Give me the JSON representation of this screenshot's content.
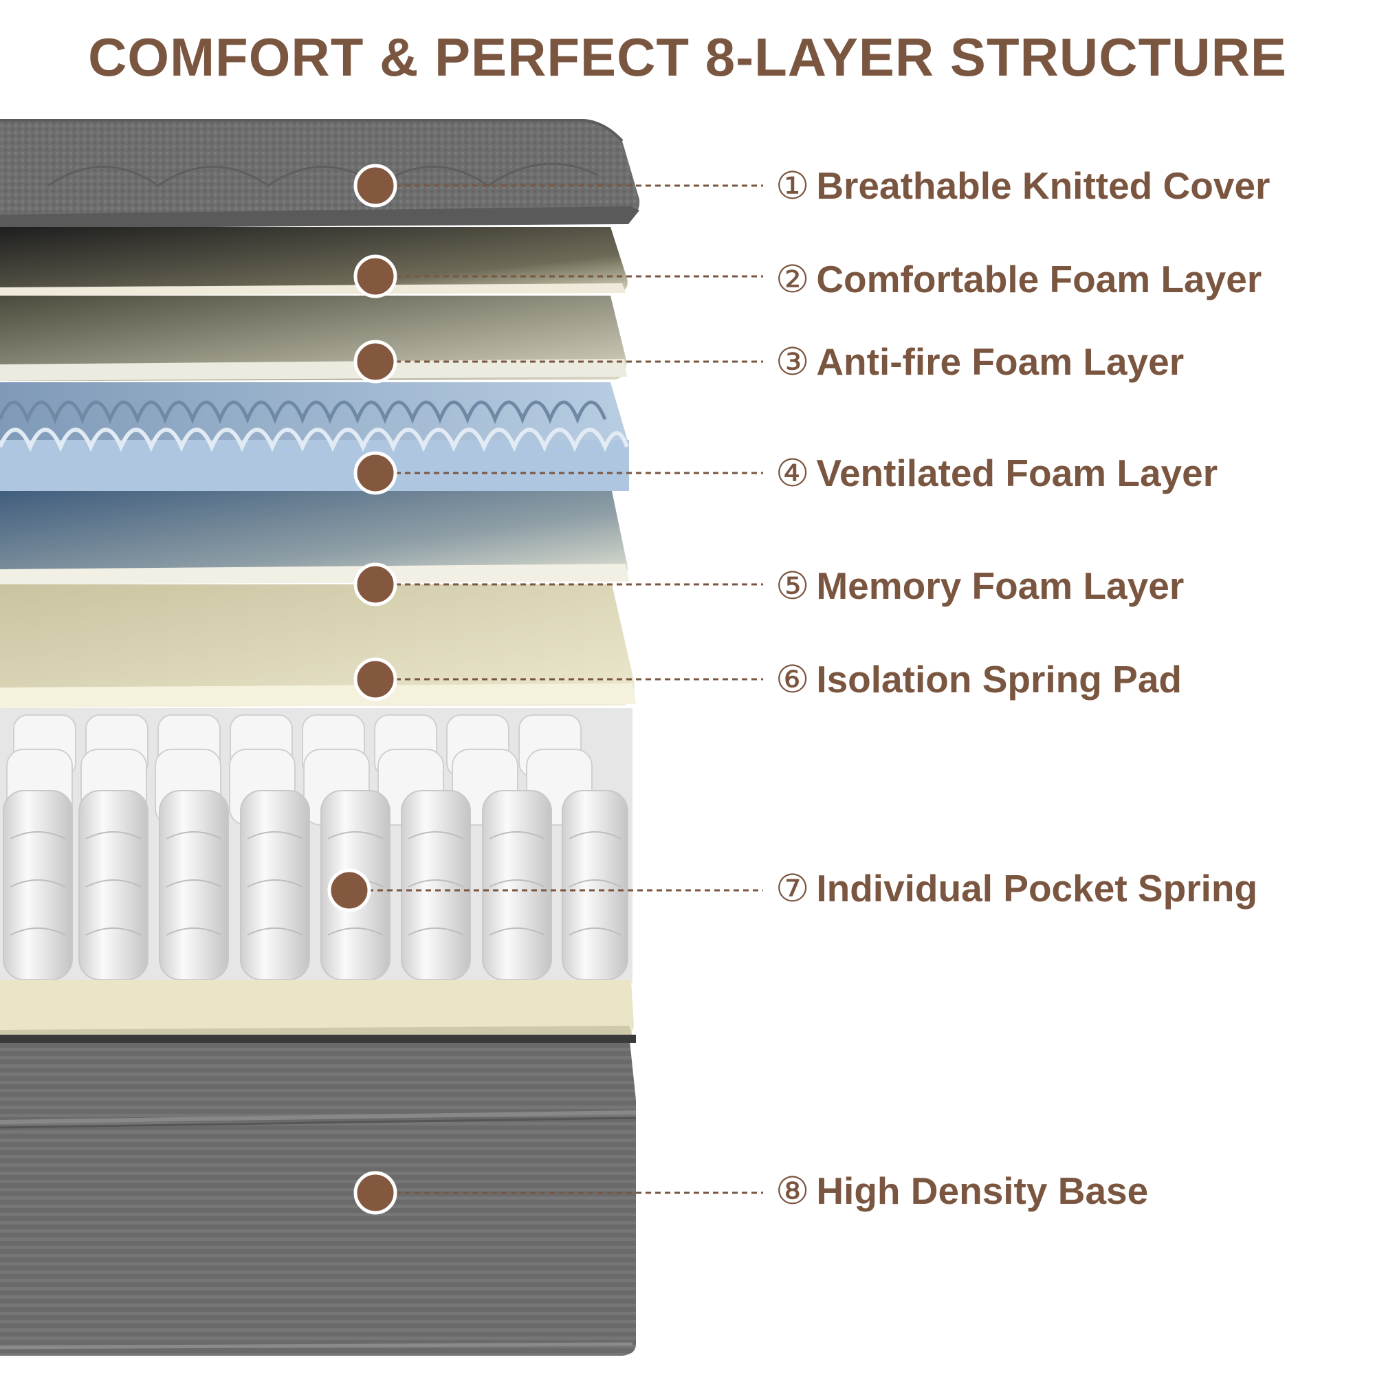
{
  "title": "COMFORT & PERFECT 8-LAYER STRUCTURE",
  "colors": {
    "accent": "#7a5640",
    "marker": "#84573f",
    "cover": "#6f6f6f",
    "foam_cream": "#ebe7d3",
    "foam_blue": "#a9c2dc",
    "spring_white": "#eeeeee",
    "base": "#6b6b6b"
  },
  "layers": [
    {
      "num": "①",
      "label": "Breathable Knitted Cover"
    },
    {
      "num": "②",
      "label": "Comfortable Foam Layer"
    },
    {
      "num": "③",
      "label": "Anti-fire Foam Layer"
    },
    {
      "num": "④",
      "label": "Ventilated Foam Layer"
    },
    {
      "num": "⑤",
      "label": "Memory Foam Layer"
    },
    {
      "num": "⑥",
      "label": "Isolation Spring Pad"
    },
    {
      "num": "⑦",
      "label": "Individual Pocket Spring"
    },
    {
      "num": "⑧",
      "label": "High Density Base"
    }
  ]
}
